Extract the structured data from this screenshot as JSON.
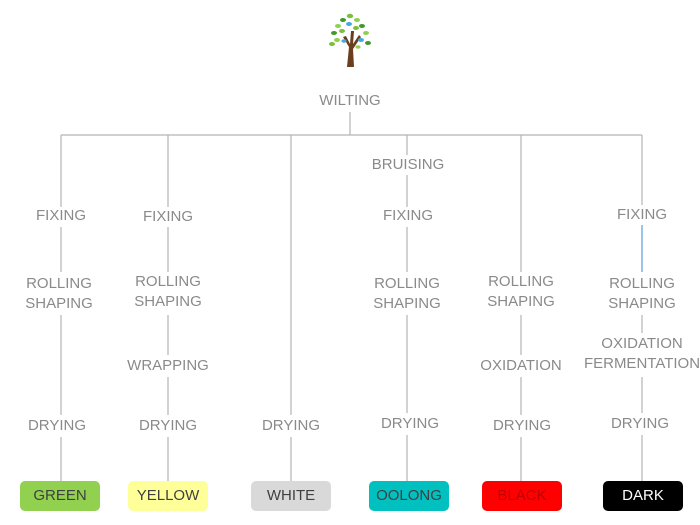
{
  "root": {
    "label": "WILTING",
    "icon": "tree-icon"
  },
  "branches": [
    {
      "key": "green",
      "steps": [
        "FIXING",
        "ROLLING SHAPING",
        "DRYING"
      ],
      "result": "GREEN",
      "color": "#92d050"
    },
    {
      "key": "yellow",
      "steps": [
        "FIXING",
        "ROLLING SHAPING",
        "WRAPPING",
        "DRYING"
      ],
      "result": "YELLOW",
      "color": "#ffff99"
    },
    {
      "key": "white",
      "steps": [
        "DRYING"
      ],
      "result": "WHITE",
      "color": "#d9d9d9"
    },
    {
      "key": "oolong",
      "steps": [
        "BRUISING",
        "FIXING",
        "ROLLING SHAPING",
        "DRYING"
      ],
      "result": "OOLONG",
      "color": "#00c0c0"
    },
    {
      "key": "black",
      "steps": [
        "ROLLING SHAPING",
        "OXIDATION",
        "DRYING"
      ],
      "result": "BLACK",
      "color": "#ff0000"
    },
    {
      "key": "dark",
      "steps": [
        "FIXING",
        "ROLLING SHAPING",
        "OXIDATION FERMENTATION",
        "DRYING"
      ],
      "result": "DARK",
      "color": "#000000"
    }
  ],
  "colors": {
    "line": "#b3b3b3",
    "text": "#8a8a8a",
    "accent_line": "#5b9bd5"
  }
}
